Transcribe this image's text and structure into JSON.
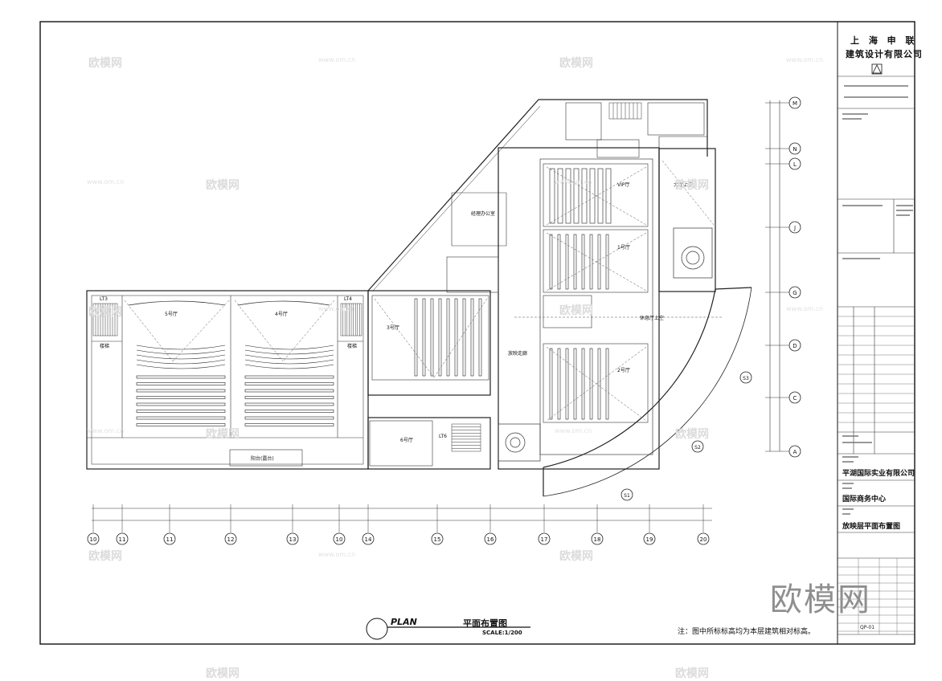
{
  "title_block": {
    "firm_line1": "上 海 申 联",
    "firm_line2": "建筑设计有限公司",
    "client": "平湖国际实业有限公司",
    "project": "国际商务中心",
    "drawing_title": "放映层平面布置图",
    "drawing_no": "QP-01"
  },
  "footer": {
    "plan_label": "PLAN",
    "title": "平面布置图",
    "scale": "SCALE:1/200",
    "note": "注：图中所标标高均为本层建筑相对标高。"
  },
  "axes": {
    "bottom": [
      "10",
      "11",
      "11",
      "12",
      "13",
      "10",
      "14",
      "15",
      "16",
      "17",
      "18",
      "19",
      "20"
    ],
    "right": [
      "M",
      "N",
      "L",
      "J",
      "G",
      "D",
      "C",
      "A"
    ],
    "arc": [
      "S1",
      "S2",
      "S3"
    ]
  },
  "rooms": {
    "hall5": "5号厅",
    "hall4": "4号厅",
    "hall3": "3号厅",
    "hall1": "1号厅",
    "hall2": "2号厅",
    "hall6": "6号厅",
    "vip": "VIP厅",
    "projection": "放映走廊",
    "upper_void": "大厅上空",
    "lobby_void": "休息厅上空",
    "office": "经理办公室",
    "lt3": "LT3",
    "lt4": "LT4",
    "lt6": "LT6",
    "stair_label": "楼梯",
    "balcony": "阳台(露台)"
  },
  "watermarks": {
    "brand": "欧模网",
    "url": "www.om.cn"
  }
}
